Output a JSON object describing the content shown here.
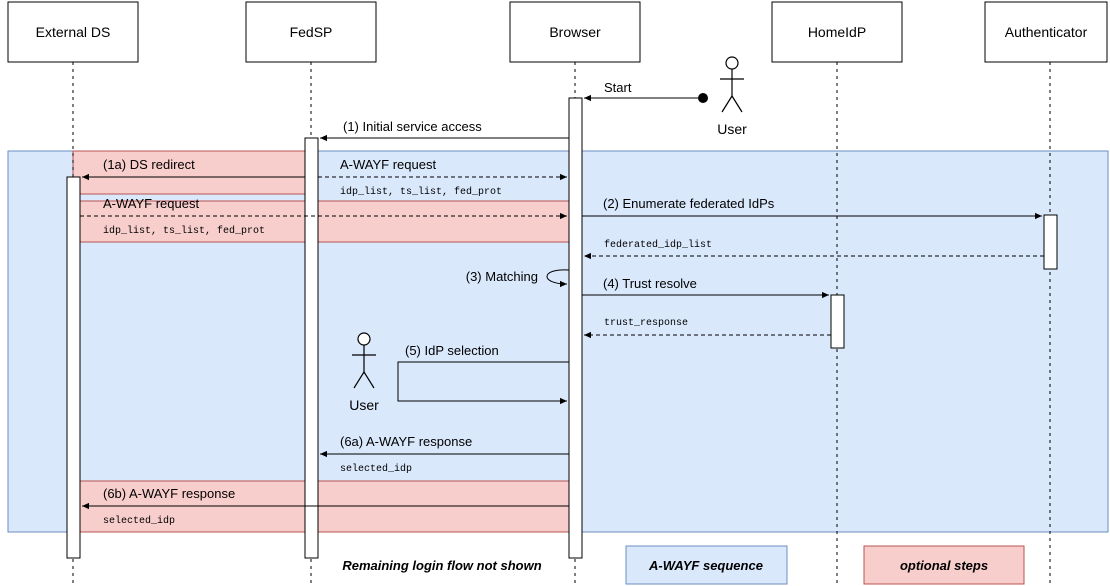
{
  "participants": [
    "External DS",
    "FedSP",
    "Browser",
    "HomeIdP",
    "Authenticator"
  ],
  "actor_label": "User",
  "user_action_label": "User",
  "messages": {
    "start": "Start",
    "m1": "(1) Initial service access",
    "m1a": "(1a) DS redirect",
    "awayf_request_top": "A-WAYF request",
    "awayf_request_top_params": "idp_list, ts_list, fed_prot",
    "awayf_request_bottom": "A-WAYF request",
    "awayf_request_bottom_params": "idp_list, ts_list, fed_prot",
    "m2": "(2) Enumerate federated IdPs",
    "m2_return": "federated_idp_list",
    "m3": "(3) Matching",
    "m4": "(4) Trust resolve",
    "m4_return": "trust_response",
    "m5": "(5) IdP selection",
    "m6a": "(6a) A-WAYF response",
    "m6a_params": "selected_idp",
    "m6b": "(6b) A-WAYF response",
    "m6b_params": "selected_idp"
  },
  "footer": {
    "note": "Remaining login flow not shown"
  },
  "legend": {
    "sequence": "A-WAYF sequence",
    "optional": "optional steps"
  },
  "colors": {
    "sequence_fill": "#dae8fc",
    "sequence_stroke": "#6c8ebf",
    "optional_fill": "#f8cecc",
    "optional_stroke": "#b85450"
  }
}
